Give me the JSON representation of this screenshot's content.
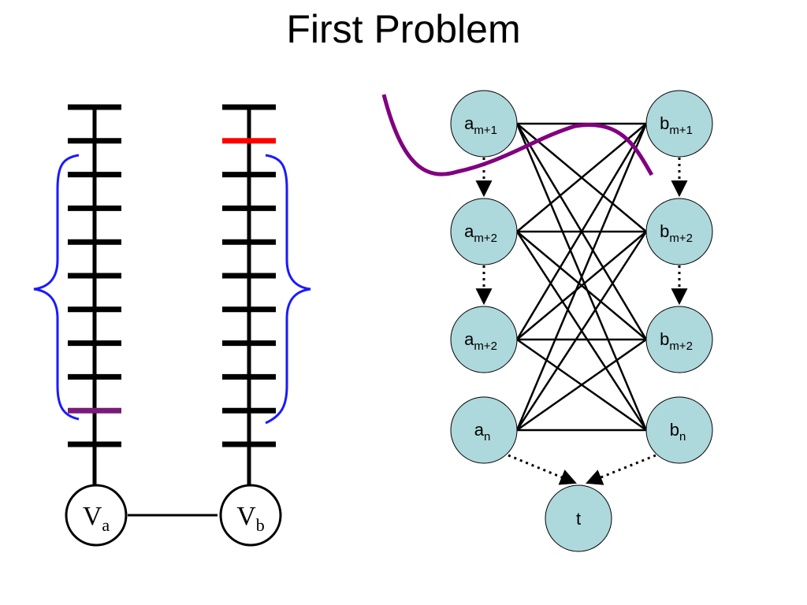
{
  "slide": {
    "title": "First Problem"
  },
  "left_diagram": {
    "node_a": {
      "base": "V",
      "sub": "a"
    },
    "node_b": {
      "base": "V",
      "sub": "b"
    }
  },
  "graph": {
    "left_nodes": [
      {
        "base": "a",
        "sub": "m+1"
      },
      {
        "base": "a",
        "sub": "m+2"
      },
      {
        "base": "a",
        "sub": "m+2"
      },
      {
        "base": "a",
        "sub": "n"
      }
    ],
    "right_nodes": [
      {
        "base": "b",
        "sub": "m+1"
      },
      {
        "base": "b",
        "sub": "m+2"
      },
      {
        "base": "b",
        "sub": "m+2"
      },
      {
        "base": "b",
        "sub": "n"
      }
    ],
    "sink": {
      "label": "t"
    }
  },
  "colors": {
    "node_fill": "#add8dc",
    "brace": "#1a1aff",
    "highlight_a": "#7a1a7a",
    "highlight_b": "#ff0000",
    "cut_curve": "#800080"
  }
}
